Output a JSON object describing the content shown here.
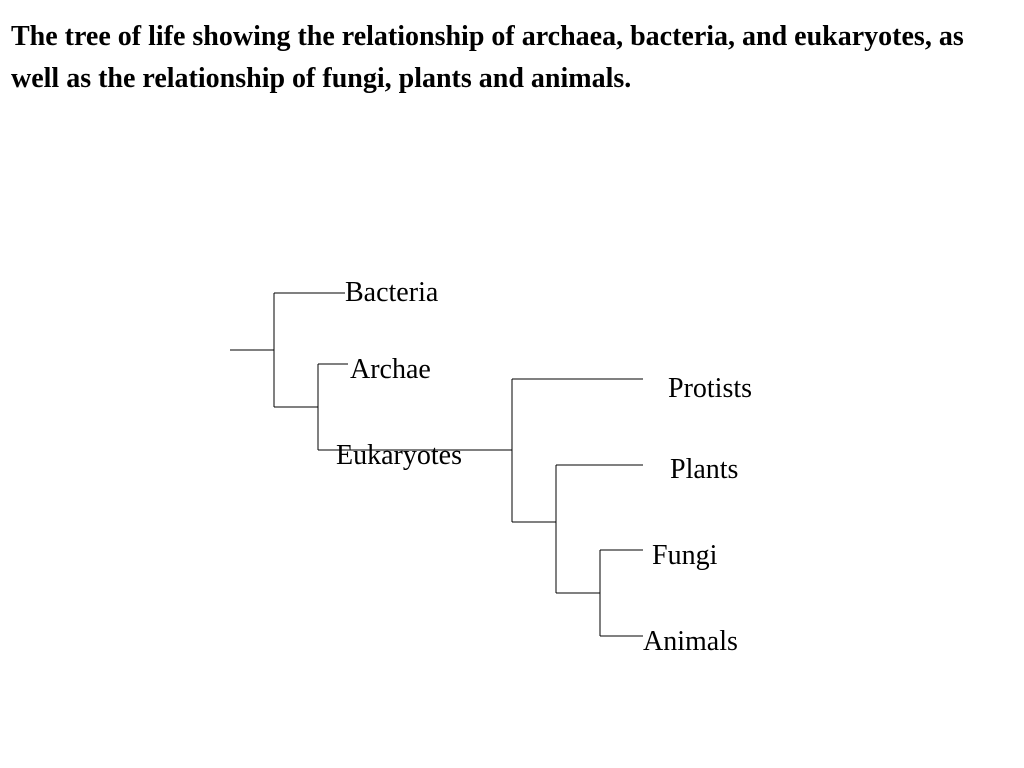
{
  "title": "The tree of life showing the relationship of archaea, bacteria, and eukaryotes, as well as the relationship of fungi, plants and animals.",
  "tree": {
    "leaves": {
      "bacteria": "Bacteria",
      "archae": "Archae",
      "eukaryotes": "Eukaryotes",
      "protists": "Protists",
      "plants": "Plants",
      "fungi": "Fungi",
      "animals": "Animals"
    }
  }
}
